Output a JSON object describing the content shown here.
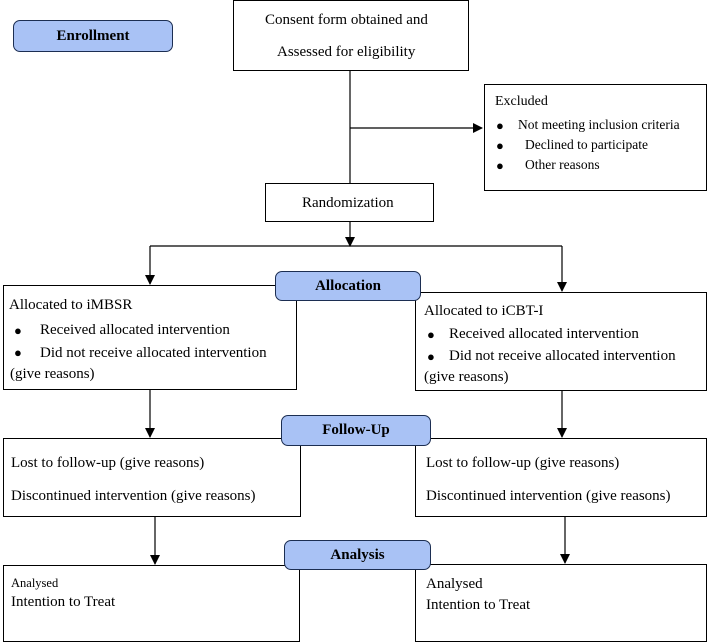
{
  "stages": {
    "enrollment": "Enrollment",
    "allocation": "Allocation",
    "follow_up": "Follow-Up",
    "analysis": "Analysis"
  },
  "consent": {
    "line1": "Consent form obtained and",
    "line2": "Assessed for eligibility"
  },
  "excluded": {
    "title": "Excluded",
    "items": [
      "Not meeting inclusion criteria",
      "Declined to participate",
      "Other reasons"
    ]
  },
  "randomization": "Randomization",
  "allocation_left": {
    "title": "Allocated to iMBSR",
    "item1": "Received allocated intervention",
    "item2": "Did not receive allocated intervention",
    "item2_cont": "(give reasons)"
  },
  "allocation_right": {
    "title": "Allocated to iCBT-I",
    "item1": "Received allocated intervention",
    "item2": "Did not receive allocated intervention",
    "item2_cont": "(give reasons)"
  },
  "followup_left": {
    "lost": "Lost to follow-up (give reasons)",
    "discontinued": "Discontinued intervention (give reasons)"
  },
  "followup_right": {
    "lost": "Lost to follow-up (give reasons)",
    "discontinued": "Discontinued intervention (give reasons)"
  },
  "analysis_left": {
    "analysed": "Analysed",
    "itt": "Intention to Treat"
  },
  "analysis_right": {
    "analysed": "Analysed",
    "itt": "Intention to Treat"
  }
}
